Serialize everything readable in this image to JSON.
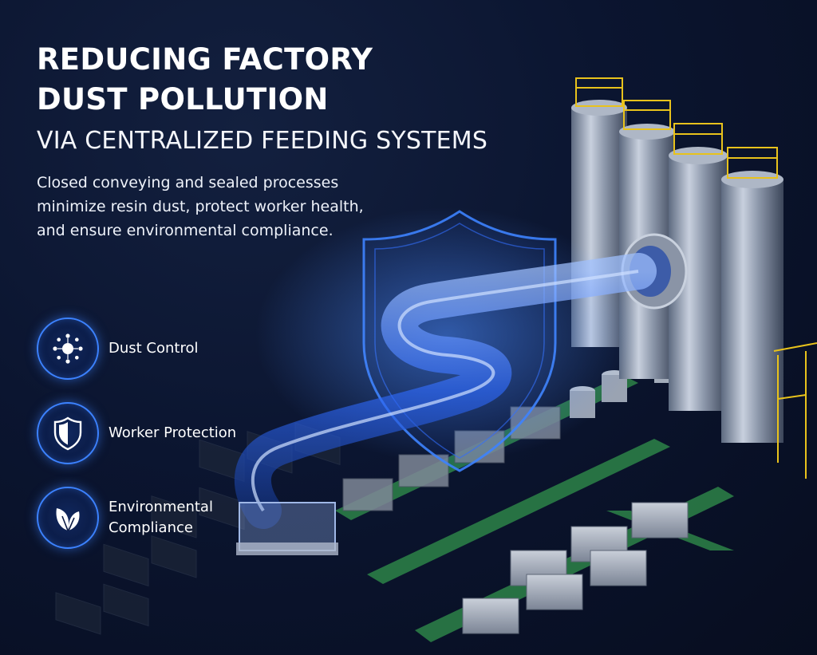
{
  "title": {
    "line1": "REDUCING FACTORY",
    "line2": "DUST POLLUTION",
    "line3": "VIA CENTRALIZED FEEDING SYSTEMS"
  },
  "description": "Closed conveying and sealed processes minimize resin dust, protect worker health, and ensure environmental compliance.",
  "features": [
    {
      "label": "Dust Control",
      "icon": "dust-particles-icon"
    },
    {
      "label": "Worker Protection",
      "icon": "shield-icon"
    },
    {
      "label": "Environmental\nCompliance",
      "icon": "leaf-icon"
    }
  ],
  "colors": {
    "background": "#0b1530",
    "accent": "#3c82ff",
    "pipe_glow": "#2f6bff",
    "rail_yellow": "#e8c21c",
    "belt_green": "#2f8a4a"
  }
}
